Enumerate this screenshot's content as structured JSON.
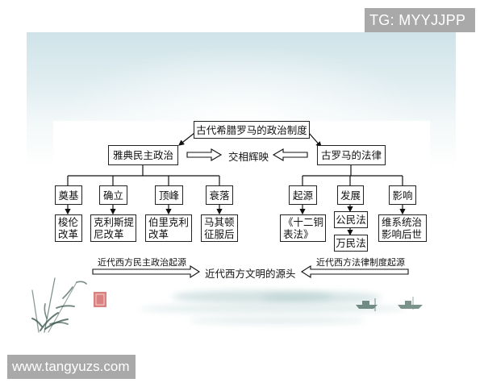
{
  "watermarks": {
    "top_right": "TG: MYYJJPP",
    "bottom_left": "www.tangyuzs.com"
  },
  "diagram": {
    "title": "古代希腊罗马的政治制度",
    "left_branch": {
      "label": "雅典民主政治",
      "children": [
        {
          "label": "奠基",
          "detail": "梭伦\n改革"
        },
        {
          "label": "确立",
          "detail": "克利斯提\n尼改革"
        },
        {
          "label": "顶峰",
          "detail": "伯里克利\n改革"
        },
        {
          "label": "衰落",
          "detail": "马其顿\n征服后"
        }
      ]
    },
    "center_relation": "交相辉映",
    "right_branch": {
      "label": "古罗马的法律",
      "children": [
        {
          "label": "起源",
          "detail": "《十二铜\n表法》"
        },
        {
          "label": "发展",
          "detail": "公民法",
          "detail2": "万民法"
        },
        {
          "label": "影响",
          "detail": "维系统治\n影响后世"
        }
      ]
    },
    "bottom": {
      "left_caption": "近代西方民主政治起源",
      "center": "近代西方文明的源头",
      "right_caption": "近代西方法律制度起源"
    }
  },
  "decoration": {
    "icons": [
      "bamboo-painting-icon",
      "red-seal-icon",
      "fishing-boat-icon",
      "fishing-boat-icon"
    ],
    "colors": {
      "panel_top": "#cfe3e8",
      "seal": "#c44a4a",
      "ink": "#3d5a50",
      "mist": "#c9dcdc"
    }
  }
}
